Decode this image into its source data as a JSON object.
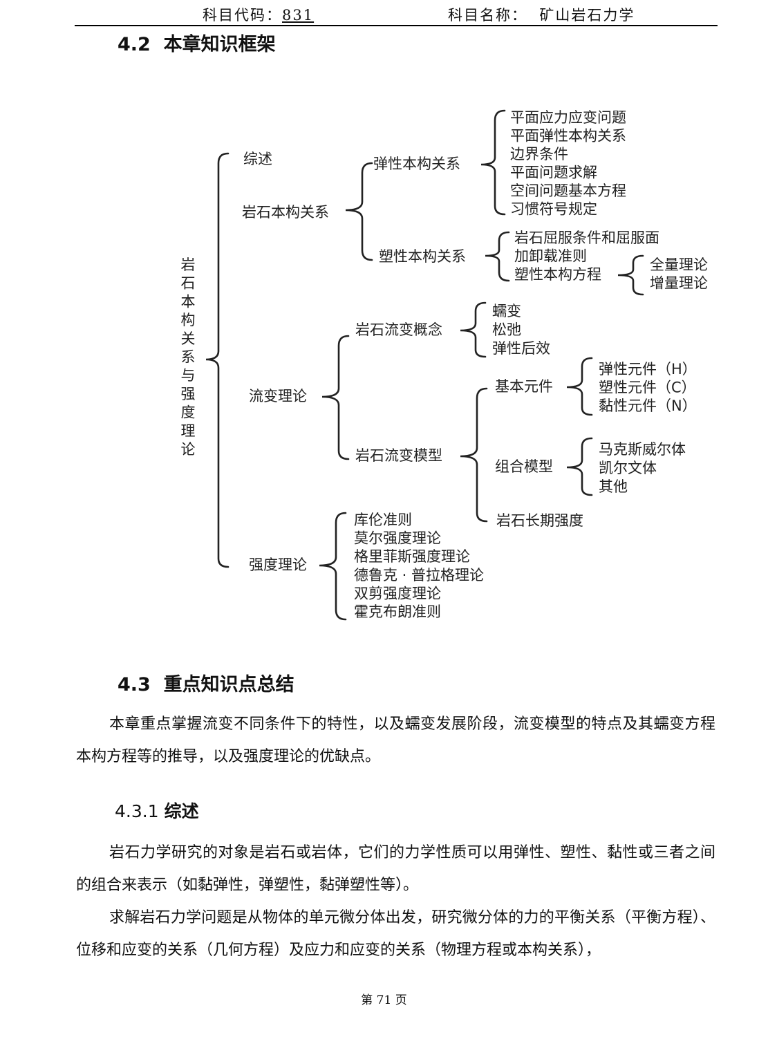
{
  "header": {
    "code_label": "科目代码：",
    "code_value": "831",
    "subject_label": "科目名称：",
    "subject_value": "矿山岩石力学"
  },
  "section_4_2": {
    "number": "4.2",
    "title": "本章知识框架"
  },
  "tree": {
    "root": "岩石本构关系与强度理论",
    "overview": "综述",
    "constitutive": {
      "label": "岩石本构关系",
      "elastic": {
        "label": "弹性本构关系",
        "items": [
          "平面应力应变问题",
          "平面弹性本构关系",
          "边界条件",
          "平面问题求解",
          "空间问题基本方程",
          "习惯符号规定"
        ]
      },
      "plastic": {
        "label": "塑性本构关系",
        "items": [
          "岩石屈服条件和屈服面",
          "加卸载准则",
          "塑性本构方程"
        ],
        "equation_items": [
          "全量理论",
          "增量理论"
        ]
      }
    },
    "rheology": {
      "label": "流变理论",
      "concept": {
        "label": "岩石流变概念",
        "items": [
          "蠕变",
          "松弛",
          "弹性后效"
        ]
      },
      "model": {
        "label": "岩石流变模型",
        "basic": {
          "label": "基本元件",
          "items": [
            "弹性元件（H）",
            "塑性元件（C）",
            "黏性元件（N）"
          ]
        },
        "combined": {
          "label": "组合模型",
          "items": [
            "马克斯威尔体",
            "凯尔文体",
            "其他"
          ]
        },
        "long_term": "岩石长期强度"
      }
    },
    "strength": {
      "label": "强度理论",
      "items": [
        "库伦准则",
        "莫尔强度理论",
        "格里菲斯强度理论",
        "德鲁克 · 普拉格理论",
        "双剪强度理论",
        "霍克布朗准则"
      ]
    }
  },
  "section_4_3": {
    "number": "4.3",
    "title": "重点知识点总结"
  },
  "intro_paragraph": "本章重点掌握流变不同条件下的特性，以及蠕变发展阶段，流变模型的特点及其蠕变方程本构方程等的推导，以及强度理论的优缺点。",
  "section_4_3_1": {
    "number": "4.3.1",
    "title": "综述"
  },
  "paragraphs": [
    "岩石力学研究的对象是岩石或岩体，它们的力学性质可以用弹性、塑性、黏性或三者之间的组合来表示（如黏弹性，弹塑性，黏弹塑性等）。",
    "求解岩石力学问题是从物体的单元微分体出发，研究微分体的力的平衡关系（平衡方程）、位移和应变的关系（几何方程）及应力和应变的关系（物理方程或本构关系），"
  ],
  "footer": {
    "page_label": "第 71 页"
  }
}
